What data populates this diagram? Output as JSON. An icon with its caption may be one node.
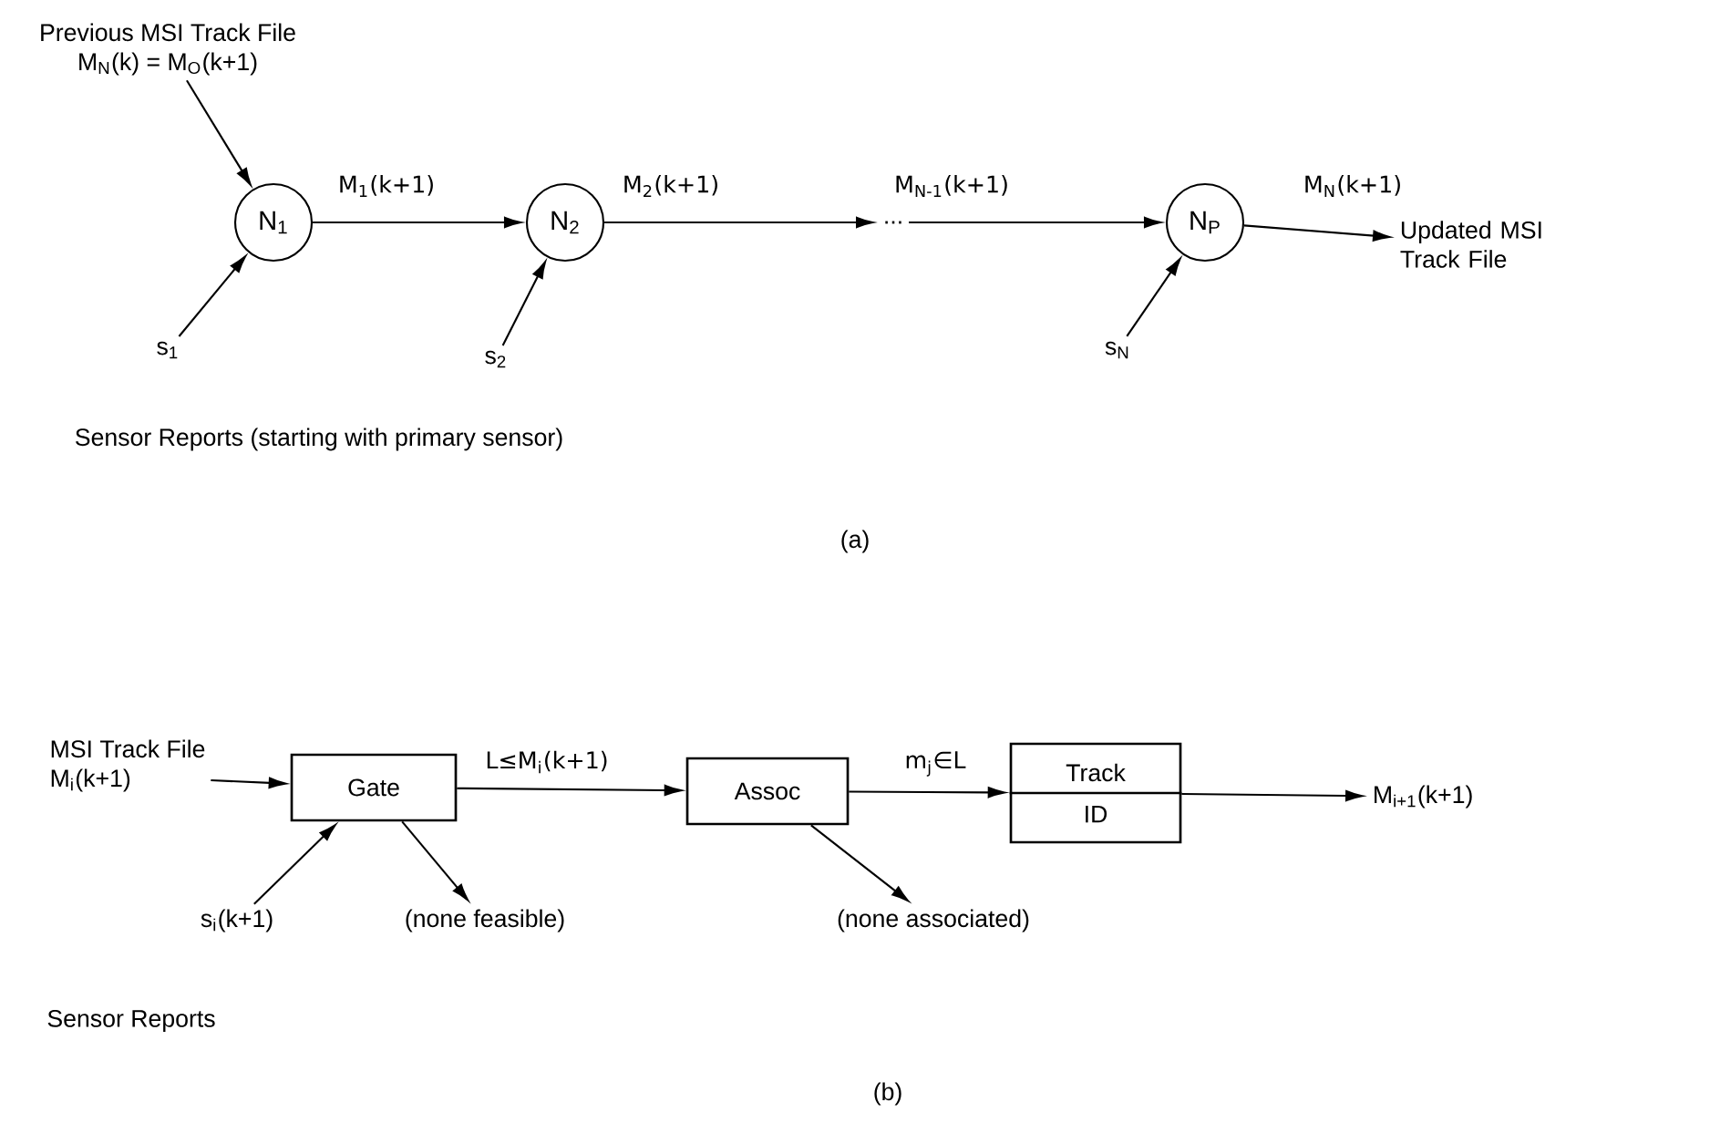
{
  "diagram": {
    "nodes": [
      {
        "text": [
          "Previous MSI Track File",
          "M$_{N}$(k) = M$_{O}$(k+1)"
        ]
      },
      {
        "text": [
          "N$_{1}$"
        ]
      },
      {
        "text": [
          "N$_{2}$"
        ]
      },
      {
        "text": [
          "..."
        ]
      },
      {
        "text": [
          "N$_{P}$"
        ]
      },
      {
        "text": [
          "s$_{1}$"
        ]
      },
      {
        "text": [
          "s$_{2}$"
        ]
      },
      {
        "text": [
          "s$_{N}$"
        ]
      },
      {
        "text": [
          "Updated MSI Track File"
        ]
      },
      {
        "text": [
          "MSI Track File",
          "M$_{i}$(k+1)"
        ]
      },
      {
        "text": [
          "Gate"
        ]
      },
      {
        "text": [
          "Assoc"
        ]
      },
      {
        "text": [
          "Track",
          "ID"
        ]
      },
      {
        "text": [
          "s$_{i}$(k+1)"
        ]
      },
      {
        "text": [
          "(none feasible)"
        ]
      },
      {
        "text": [
          "(none associated)"
        ]
      },
      {
        "text": [
          "M$_{i+1}$(k+1)"
        ]
      }
    ],
    "edges": [
      {
        "from": 0,
        "to": 1,
        "arrow": "to"
      },
      {
        "from": 5,
        "to": 1,
        "arrow": "to"
      },
      {
        "from": 1,
        "to": 2,
        "arrow": "to",
        "label": "M$_{1}$(k+1)"
      },
      {
        "from": 6,
        "to": 2,
        "arrow": "to"
      },
      {
        "from": 2,
        "to": 3,
        "arrow": "to",
        "label": "M$_{2}$(k+1)"
      },
      {
        "from": 3,
        "to": 4,
        "arrow": "to",
        "label": "M$_{N-1}$(k+1)"
      },
      {
        "from": 7,
        "to": 4,
        "arrow": "to"
      },
      {
        "from": 4,
        "to": 8,
        "arrow": "to",
        "label": "M$_{N}$(k+1)"
      },
      {
        "from": 9,
        "to": 10,
        "arrow": "to"
      },
      {
        "from": 13,
        "to": 10,
        "arrow": "to"
      },
      {
        "from": 10,
        "to": 11,
        "arrow": "to",
        "label": "L≤M$_{i}$(k+1)"
      },
      {
        "from": 10,
        "to": 14,
        "arrow": "to"
      },
      {
        "from": 11,
        "to": 12,
        "arrow": "to",
        "label": "m$_{j}$∈L"
      },
      {
        "from": 11,
        "to": 15,
        "arrow": "to"
      },
      {
        "from": 12,
        "to": 16,
        "arrow": "to"
      }
    ],
    "labels": [
      "Sensor Reports (starting with primary sensor)",
      "(a)",
      "Sensor Reports",
      "(b)"
    ]
  }
}
